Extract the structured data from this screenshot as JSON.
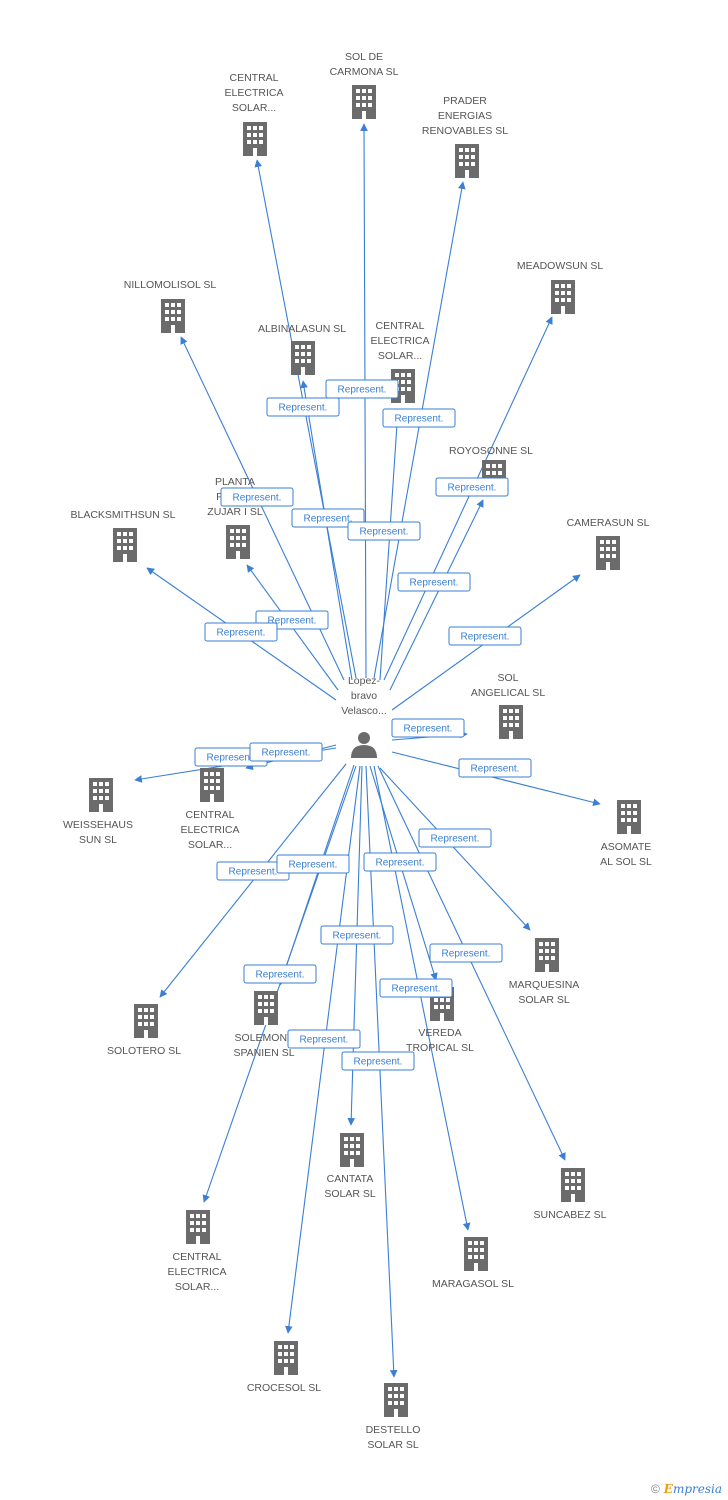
{
  "center": {
    "label_lines": [
      "Lopez-",
      "bravo",
      "Velasco..."
    ],
    "icon": "person-icon"
  },
  "edge_label": "Represent.",
  "colors": {
    "edge": "#3a7fd5",
    "icon": "#6b6b6b",
    "text": "#555555"
  },
  "companies": [
    {
      "name_lines": [
        "SOL DE",
        "CARMONA SL"
      ]
    },
    {
      "name_lines": [
        "CENTRAL",
        "ELECTRICA",
        "SOLAR..."
      ]
    },
    {
      "name_lines": [
        "PRADER",
        "ENERGIAS",
        "RENOVABLES SL"
      ]
    },
    {
      "name_lines": [
        "MEADOWSUN SL"
      ]
    },
    {
      "name_lines": [
        "NILLOMOLISOL SL"
      ]
    },
    {
      "name_lines": [
        "ALBINALASUN SL"
      ]
    },
    {
      "name_lines": [
        "CENTRAL",
        "ELECTRICA",
        "SOLAR..."
      ]
    },
    {
      "name_lines": [
        "ROYOSONNE SL"
      ]
    },
    {
      "name_lines": [
        "PLANTA",
        "FOTO...",
        "ZUJAR I SL"
      ]
    },
    {
      "name_lines": [
        "BLACKSMITHSUN SL"
      ]
    },
    {
      "name_lines": [
        "CAMERASUN SL"
      ]
    },
    {
      "name_lines": [
        "SOL",
        "ANGELICAL SL"
      ]
    },
    {
      "name_lines": [
        "WEISSEHAUS",
        "SUN SL"
      ]
    },
    {
      "name_lines": [
        "CENTRAL",
        "ELECTRICA",
        "SOLAR..."
      ]
    },
    {
      "name_lines": [
        "ASOMATE",
        "AL SOL SL"
      ]
    },
    {
      "name_lines": [
        "MARQUESINA",
        "SOLAR SL"
      ]
    },
    {
      "name_lines": [
        "SOLOTERO SL"
      ]
    },
    {
      "name_lines": [
        "SOLEMONT",
        "SPANIEN SL"
      ]
    },
    {
      "name_lines": [
        "VEREDA",
        "TROPICAL SL"
      ]
    },
    {
      "name_lines": [
        "CANTATA",
        "SOLAR SL"
      ]
    },
    {
      "name_lines": [
        "SUNCABEZ SL"
      ]
    },
    {
      "name_lines": [
        "CENTRAL",
        "ELECTRICA",
        "SOLAR..."
      ]
    },
    {
      "name_lines": [
        "MARAGASOL SL"
      ]
    },
    {
      "name_lines": [
        "CROCESOL SL"
      ]
    },
    {
      "name_lines": [
        "DESTELLO",
        "SOLAR SL"
      ]
    }
  ],
  "footer": {
    "copyright": "©",
    "brand_initial": "E",
    "brand_rest": "mpresia"
  }
}
